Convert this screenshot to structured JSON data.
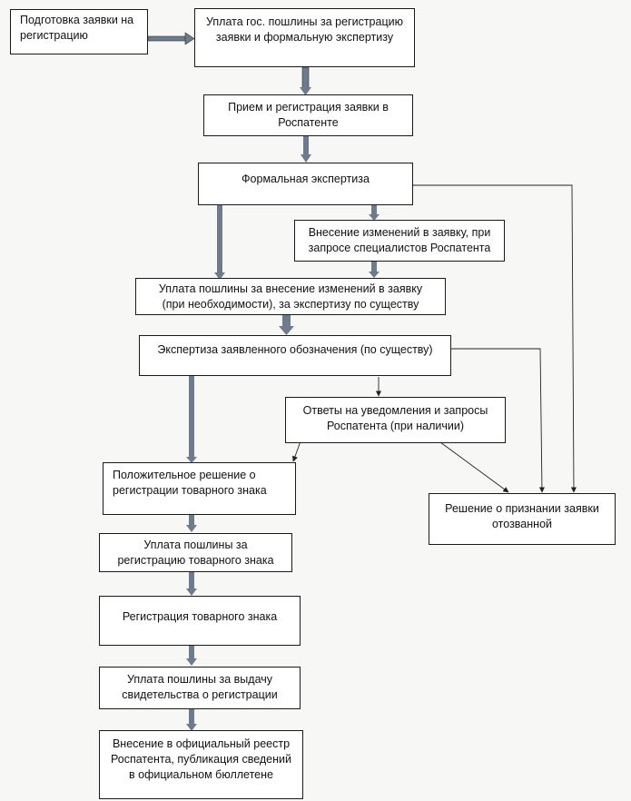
{
  "diagram": {
    "nodes": {
      "prep": [
        "Подготовка заявки на",
        "регистрацию"
      ],
      "fee_reg": [
        "Уплата гос. пошлины за регистрацию",
        "заявки  и формальную экспертизу"
      ],
      "receipt": [
        "Прием и регистрация заявки в",
        "Роспатенте"
      ],
      "formal": [
        "Формальная экспертиза"
      ],
      "changes": [
        "Внесение изменений в заявку, при",
        "запросе специалистов Роспатента"
      ],
      "fee_changes": [
        "Уплата пошлины за внесение изменений в заявку",
        "(при необходимости), за экспертизу по существу"
      ],
      "substantive": [
        "Экспертиза заявленного обозначения (по существу)"
      ],
      "replies": [
        "Ответы на уведомления и запросы",
        "Роспатента   (при наличии)"
      ],
      "positive": [
        "Положительное решение о",
        "регистрации товарного знака"
      ],
      "withdrawn": [
        "Решение о признании заявки",
        "отозванной"
      ],
      "fee_tm": [
        "Уплата пошлины за",
        "регистрацию товарного знака"
      ],
      "tm_registration": [
        "Регистрация товарного знака"
      ],
      "fee_cert": [
        "Уплата пошлины за выдачу",
        "свидетельства о регистрации"
      ],
      "registry": [
        "Внесение в официальный  реестр",
        "Роспатента, публикация сведений",
        "в официальном бюллетене"
      ]
    },
    "colors": {
      "thick_arrow": "#6d7b8d",
      "thin_arrow": "#222222",
      "box_border": "#1a1a1a"
    }
  }
}
